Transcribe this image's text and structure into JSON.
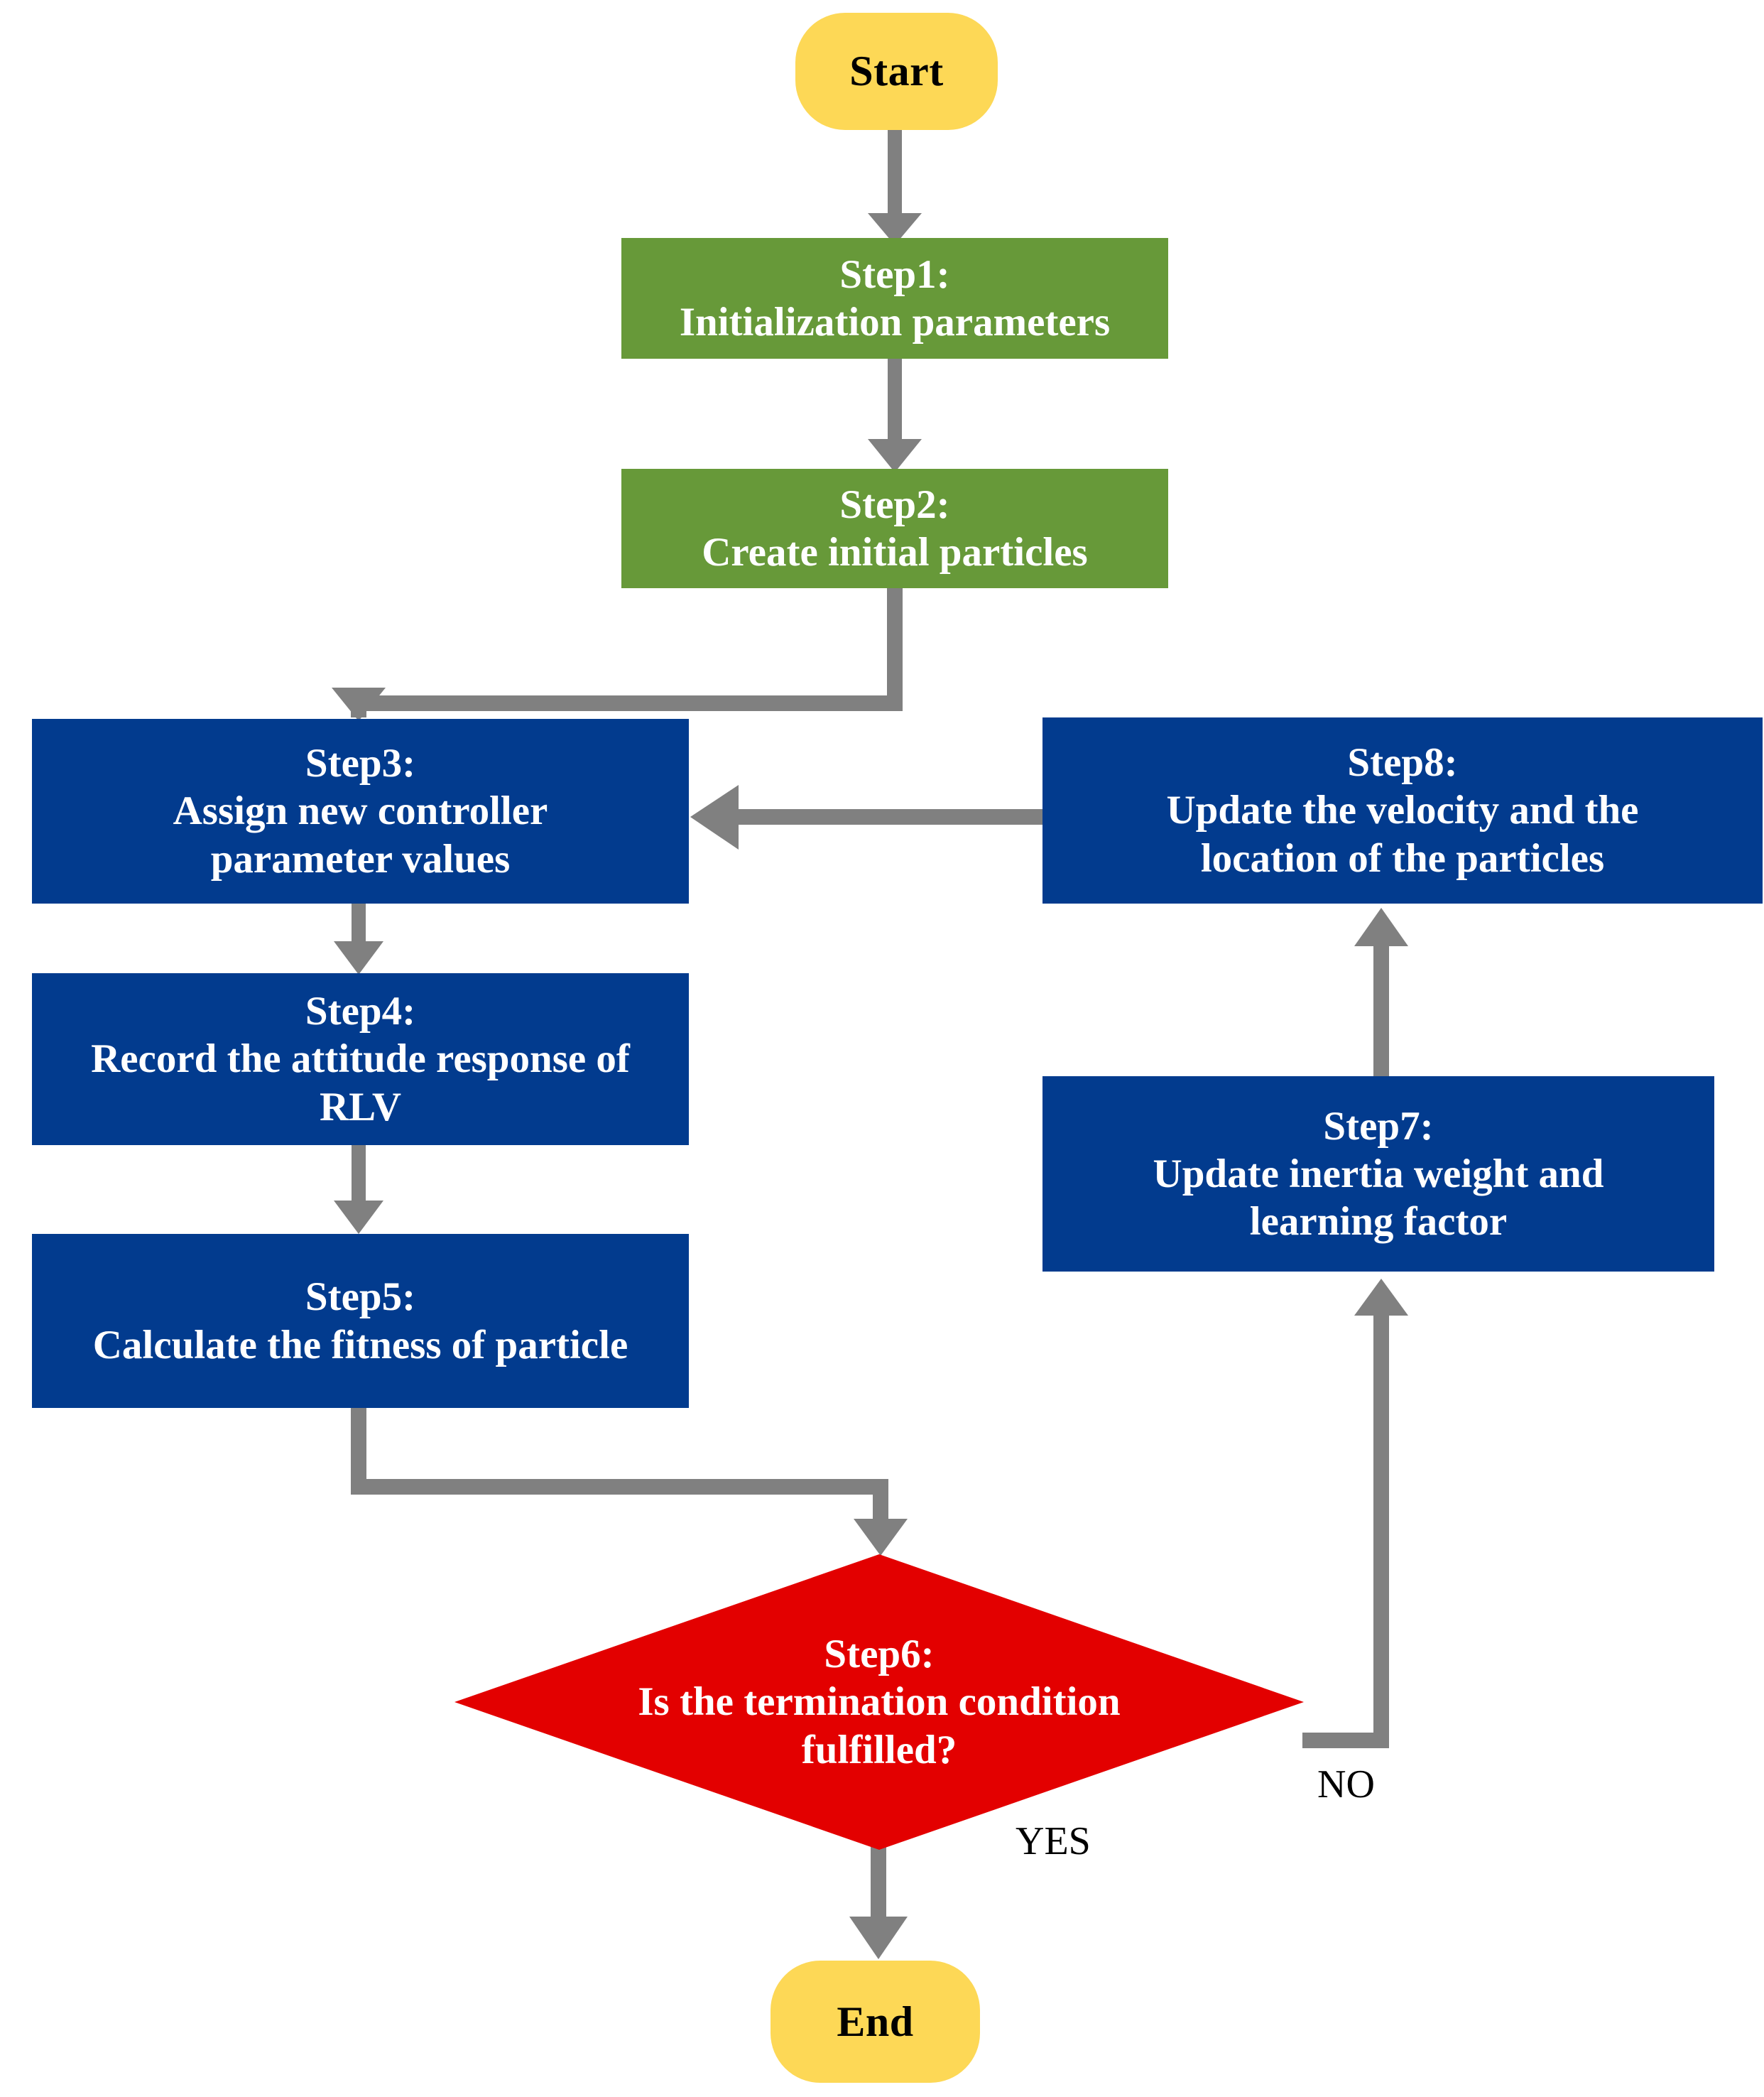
{
  "diagram": {
    "type": "flowchart",
    "title": "PSO controller tuning flowchart",
    "colors": {
      "terminator_fill": "#fdd856",
      "terminator_text": "#000000",
      "green_fill": "#679939",
      "blue_fill": "#023b8e",
      "decision_fill": "#e30000",
      "node_text": "#ffffff",
      "connector": "#808080",
      "edge_label_text": "#000000",
      "background": "#ffffff"
    }
  },
  "nodes": {
    "start": {
      "label": "Start",
      "shape": "terminator"
    },
    "step1": {
      "label": "Step1:\nInitialization parameters",
      "shape": "process"
    },
    "step2": {
      "label": "Step2:\nCreate initial particles",
      "shape": "process"
    },
    "step3": {
      "label": "Step3:\nAssign new controller\nparameter values",
      "shape": "process"
    },
    "step4": {
      "label": "Step4:\nRecord the attitude response of\nRLV",
      "shape": "process"
    },
    "step5": {
      "label": "Step5:\nCalculate the fitness of particle",
      "shape": "process"
    },
    "step6": {
      "label": "Step6:\nIs the termination condition\nfulfilled?",
      "shape": "decision"
    },
    "step7": {
      "label": "Step7:\nUpdate inertia weight and\nlearning factor",
      "shape": "process"
    },
    "step8": {
      "label": "Step8:\nUpdate the velocity and the\nlocation of the particles",
      "shape": "process"
    },
    "end": {
      "label": "End",
      "shape": "terminator"
    }
  },
  "edges": {
    "start_to_step1": {
      "label": ""
    },
    "step1_to_step2": {
      "label": ""
    },
    "step2_to_step3": {
      "label": ""
    },
    "step3_to_step4": {
      "label": ""
    },
    "step4_to_step5": {
      "label": ""
    },
    "step5_to_step6": {
      "label": ""
    },
    "step6_no_to_step7": {
      "label": "NO"
    },
    "step7_to_step8": {
      "label": ""
    },
    "step8_to_step3": {
      "label": ""
    },
    "step6_yes_to_end": {
      "label": "YES"
    }
  }
}
